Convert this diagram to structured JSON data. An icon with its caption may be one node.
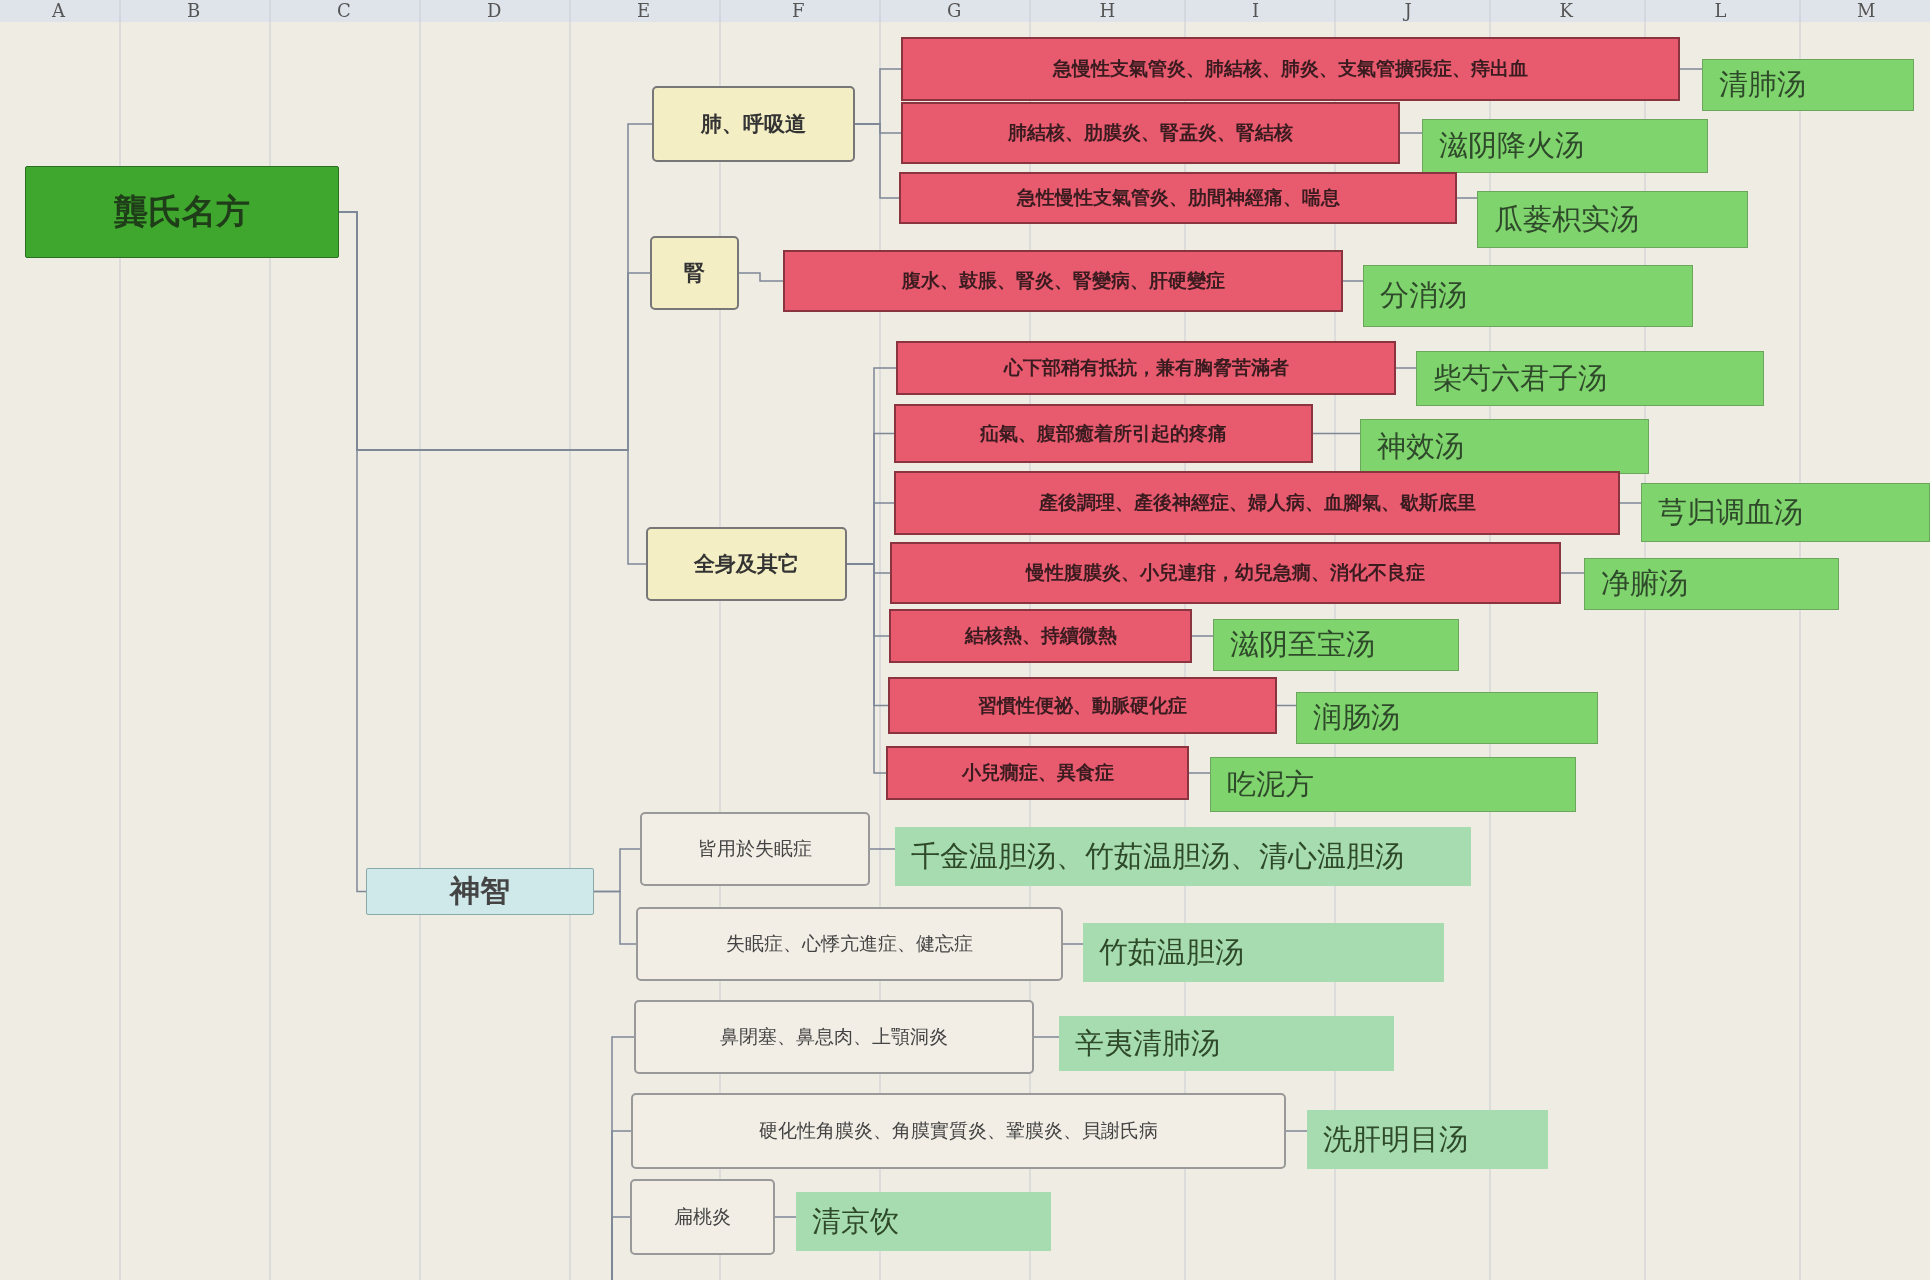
{
  "diagram": {
    "nodes": [
      {
        "text": [
          "龔氏名方"
        ]
      },
      {
        "text": [
          "肺、呼吸道"
        ]
      },
      {
        "text": [
          "急慢性支氣管炎、肺結核、肺炎、支氣管擴張症、痔出血"
        ]
      },
      {
        "text": [
          "清肺汤"
        ]
      },
      {
        "text": [
          "肺結核、肋膜炎、腎盂炎、腎結核"
        ]
      },
      {
        "text": [
          "滋阴降火汤"
        ]
      },
      {
        "text": [
          "急性慢性支氣管炎、肋間神經痛、喘息"
        ]
      },
      {
        "text": [
          "瓜蒌枳实汤"
        ]
      },
      {
        "text": [
          "腎"
        ]
      },
      {
        "text": [
          "腹水、鼓脹、腎炎、腎變病、肝硬變症"
        ]
      },
      {
        "text": [
          "分消汤"
        ]
      },
      {
        "text": [
          "全身及其它"
        ]
      },
      {
        "text": [
          "心下部稍有抵抗，兼有胸脅苦滿者"
        ]
      },
      {
        "text": [
          "柴芍六君子汤"
        ]
      },
      {
        "text": [
          "疝氣、腹部癒着所引起的疼痛"
        ]
      },
      {
        "text": [
          "神效汤"
        ]
      },
      {
        "text": [
          "產後調理、產後神經症、婦人病、血腳氣、歇斯底里"
        ]
      },
      {
        "text": [
          "芎归调血汤"
        ]
      },
      {
        "text": [
          "慢性腹膜炎、小兒連疳，幼兒急癇、消化不良症"
        ]
      },
      {
        "text": [
          "净腑汤"
        ]
      },
      {
        "text": [
          "結核熱、持續微熱"
        ]
      },
      {
        "text": [
          "滋阴至宝汤"
        ]
      },
      {
        "text": [
          "習慣性便祕、動脈硬化症"
        ]
      },
      {
        "text": [
          "润肠汤"
        ]
      },
      {
        "text": [
          "小兒癇症、異食症"
        ]
      },
      {
        "text": [
          "吃泥方"
        ]
      },
      {
        "text": [
          "神智"
        ]
      },
      {
        "text": [
          "皆用於失眠症"
        ]
      },
      {
        "text": [
          "千金温胆汤、竹茹温胆汤、清心温胆汤"
        ]
      },
      {
        "text": [
          "失眠症、心悸亢進症、健忘症"
        ]
      },
      {
        "text": [
          "竹茹温胆汤"
        ]
      },
      {
        "text": [
          "鼻閉塞、鼻息肉、上顎洞炎"
        ]
      },
      {
        "text": [
          "辛夷清肺汤"
        ]
      },
      {
        "text": [
          "硬化性角膜炎、角膜實質炎、鞏膜炎、貝謝氏病"
        ]
      },
      {
        "text": [
          "洗肝明目汤"
        ]
      },
      {
        "text": [
          "扁桃炎"
        ]
      },
      {
        "text": [
          "清京饮"
        ]
      }
    ],
    "edges": [
      {
        "from": 0,
        "to": 1,
        "arrow": "none"
      },
      {
        "from": 0,
        "to": 8,
        "arrow": "none"
      },
      {
        "from": 0,
        "to": 11,
        "arrow": "none"
      },
      {
        "from": 0,
        "to": 26,
        "arrow": "none"
      },
      {
        "from": 1,
        "to": 2,
        "arrow": "none"
      },
      {
        "from": 1,
        "to": 4,
        "arrow": "none"
      },
      {
        "from": 1,
        "to": 6,
        "arrow": "none"
      },
      {
        "from": 2,
        "to": 3,
        "arrow": "none"
      },
      {
        "from": 4,
        "to": 5,
        "arrow": "none"
      },
      {
        "from": 6,
        "to": 7,
        "arrow": "none"
      },
      {
        "from": 8,
        "to": 9,
        "arrow": "none"
      },
      {
        "from": 9,
        "to": 10,
        "arrow": "none"
      },
      {
        "from": 11,
        "to": 12,
        "arrow": "none"
      },
      {
        "from": 11,
        "to": 14,
        "arrow": "none"
      },
      {
        "from": 11,
        "to": 16,
        "arrow": "none"
      },
      {
        "from": 11,
        "to": 18,
        "arrow": "none"
      },
      {
        "from": 11,
        "to": 20,
        "arrow": "none"
      },
      {
        "from": 11,
        "to": 22,
        "arrow": "none"
      },
      {
        "from": 11,
        "to": 24,
        "arrow": "none"
      },
      {
        "from": 12,
        "to": 13,
        "arrow": "none"
      },
      {
        "from": 14,
        "to": 15,
        "arrow": "none"
      },
      {
        "from": 16,
        "to": 17,
        "arrow": "none"
      },
      {
        "from": 18,
        "to": 19,
        "arrow": "none"
      },
      {
        "from": 20,
        "to": 21,
        "arrow": "none"
      },
      {
        "from": 22,
        "to": 23,
        "arrow": "none"
      },
      {
        "from": 24,
        "to": 25,
        "arrow": "none"
      },
      {
        "from": 26,
        "to": 27,
        "arrow": "none"
      },
      {
        "from": 26,
        "to": 29,
        "arrow": "none"
      },
      {
        "from": 27,
        "to": 28,
        "arrow": "none"
      },
      {
        "from": 29,
        "to": 30,
        "arrow": "none"
      },
      {
        "from": null,
        "to": 31,
        "arrow": "none"
      },
      {
        "from": null,
        "to": 33,
        "arrow": "none"
      },
      {
        "from": null,
        "to": 35,
        "arrow": "none"
      },
      {
        "from": 31,
        "to": 32,
        "arrow": "none"
      },
      {
        "from": 33,
        "to": 34,
        "arrow": "none"
      },
      {
        "from": 35,
        "to": 36,
        "arrow": "none"
      }
    ],
    "labels": [
      "A",
      "B",
      "C",
      "D",
      "E",
      "F",
      "G",
      "H",
      "I",
      "J",
      "K",
      "L",
      "M"
    ]
  }
}
